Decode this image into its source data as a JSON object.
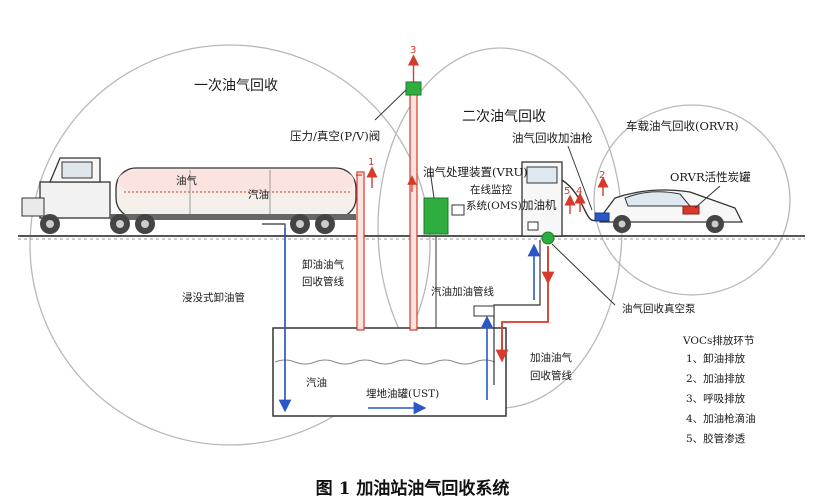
{
  "colors": {
    "vapor_line": "#d63a2a",
    "liquid_line": "#2a56c6",
    "equipment_green": "#2fae3f",
    "outline": "#333333",
    "zone_circle": "#b8b8b8"
  },
  "zones": {
    "primary": "一次油气回收",
    "secondary": "二次油气回收",
    "orvr": "车载油气回收(ORVR)"
  },
  "labels": {
    "pv_valve": "压力/真空(P/V)阀",
    "vru": "油气处理装置(VRU)",
    "oms": [
      "在线监控",
      "系统(OMS)"
    ],
    "dispenser": "加油机",
    "vapor_nozzle": "油气回收加油枪",
    "canister": "ORVR活性炭罐",
    "truck_vapor": "油气",
    "truck_gasoline": "汽油",
    "unload_return": [
      "卸油油气",
      "回收管线"
    ],
    "submerged_pipe": "浸没式卸油管",
    "gasoline_fill_line": "汽油加油管线",
    "vacuum_pump": "油气回收真空泵",
    "refuel_return": [
      "加油油气",
      "回收管线"
    ],
    "tank_gasoline": "汽油",
    "ust": "埋地油罐(UST)"
  },
  "emission_markers": [
    "1",
    "2",
    "3",
    "4",
    "5"
  ],
  "voc_legend": {
    "title": "VOCs排放环节",
    "items": [
      "1、卸油排放",
      "2、加油排放",
      "3、呼吸排放",
      "4、加油枪滴油",
      "5、胶管渗透"
    ]
  },
  "caption": "图 1 加油站油气回收系统"
}
